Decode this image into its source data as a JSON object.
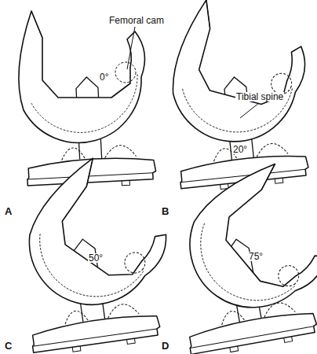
{
  "diagram": {
    "labels": [
      "Femoral cam",
      "0°",
      "Tibial spine",
      "20°",
      "A",
      "B",
      "50°",
      "C",
      "75°",
      "D"
    ]
  }
}
